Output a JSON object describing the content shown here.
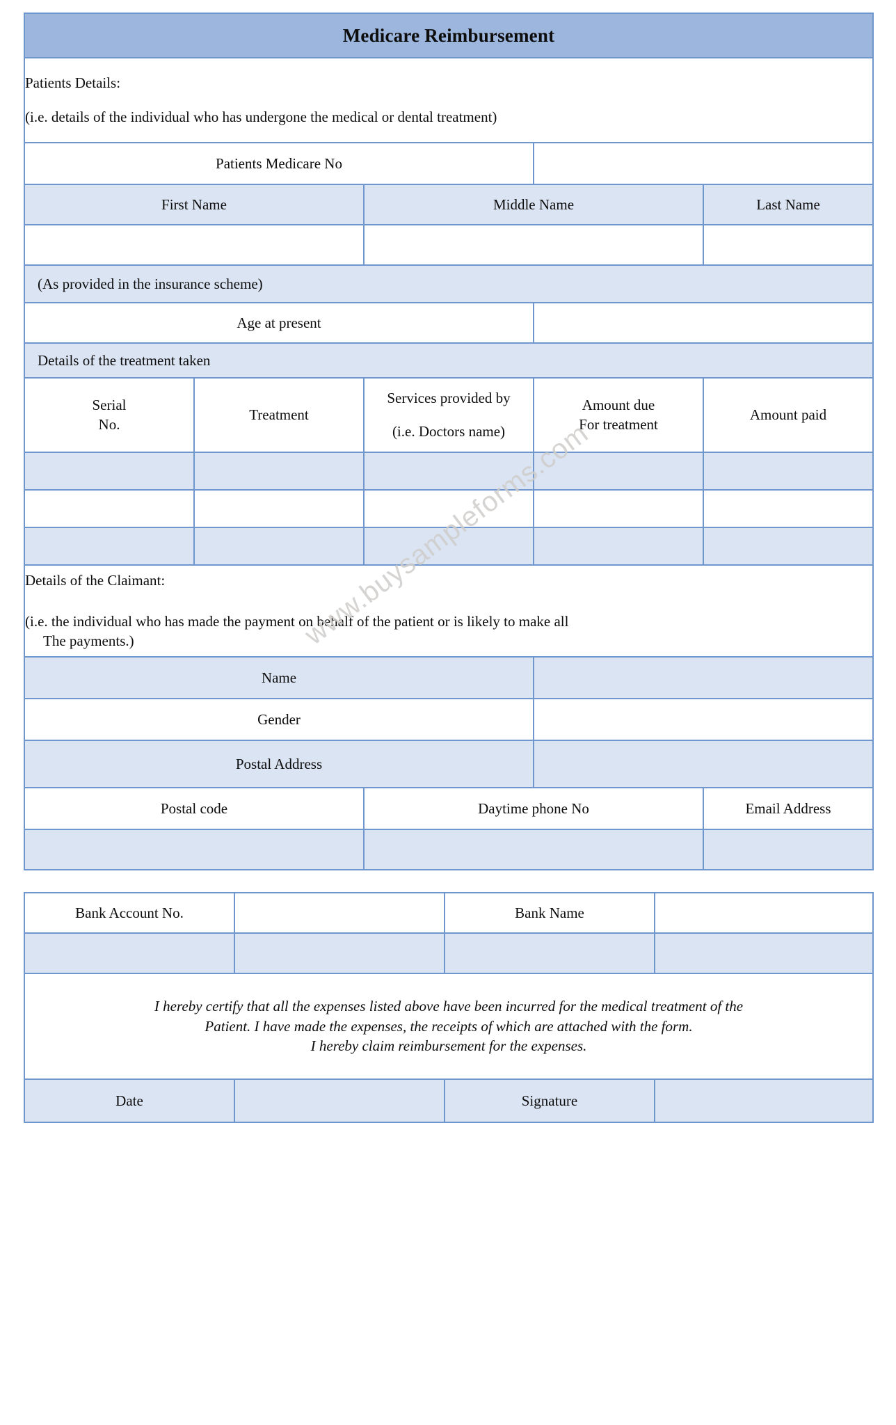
{
  "document": {
    "title": "Medicare Reimbursement",
    "watermark": "www.buysampleforms.com"
  },
  "patient_section": {
    "heading": "Patients Details:",
    "subheading": "(i.e. details of the individual who has undergone the medical or dental treatment)",
    "medicare_no_label": "Patients Medicare No",
    "medicare_no_value": "",
    "name_headers": [
      "First Name",
      "Middle Name",
      "Last Name"
    ],
    "name_values": [
      "",
      "",
      ""
    ],
    "insurance_note": "(As provided in the insurance scheme)",
    "age_label": "Age at present",
    "age_value": ""
  },
  "treatment_section": {
    "heading": "Details of the treatment taken",
    "columns": [
      {
        "line1": "Serial",
        "line2": "No."
      },
      {
        "line1": "Treatment",
        "line2": ""
      },
      {
        "line1": "Services provided by",
        "line2": "(i.e. Doctors name)"
      },
      {
        "line1": "Amount due",
        "line2": "For treatment"
      },
      {
        "line1": "Amount paid",
        "line2": ""
      }
    ],
    "rows": [
      [
        "",
        "",
        "",
        "",
        ""
      ],
      [
        "",
        "",
        "",
        "",
        ""
      ],
      [
        "",
        "",
        "",
        "",
        ""
      ]
    ]
  },
  "claimant_section": {
    "heading": "Details of the Claimant:",
    "note_line1": "(i.e. the individual who has made the payment on behalf of the patient or is likely to make all",
    "note_line2": "The payments.)",
    "fields": [
      {
        "label": "Name",
        "value": ""
      },
      {
        "label": "Gender",
        "value": ""
      },
      {
        "label": "Postal Address",
        "value": ""
      }
    ],
    "contact_headers": [
      "Postal code",
      "Daytime phone No",
      "Email Address"
    ],
    "contact_values": [
      "",
      "",
      ""
    ]
  },
  "bank_section": {
    "account_label": "Bank Account No.",
    "account_value": "",
    "bank_name_label": "Bank Name",
    "bank_name_value": "",
    "blank_row": [
      "",
      "",
      "",
      ""
    ]
  },
  "certification": {
    "line1": "I hereby certify that all the expenses listed above have been incurred for the medical treatment of the",
    "line2": "Patient. I have made the expenses, the receipts of which are attached with the form.",
    "line3": "I hereby claim reimbursement for the expenses."
  },
  "signature_section": {
    "date_label": "Date",
    "date_value": "",
    "signature_label": "Signature",
    "signature_value": ""
  },
  "colors": {
    "header_bar": "#9cb6de",
    "shade": "#dbe4f3",
    "border": "#6f96cd",
    "text": "#0d0d0d"
  }
}
